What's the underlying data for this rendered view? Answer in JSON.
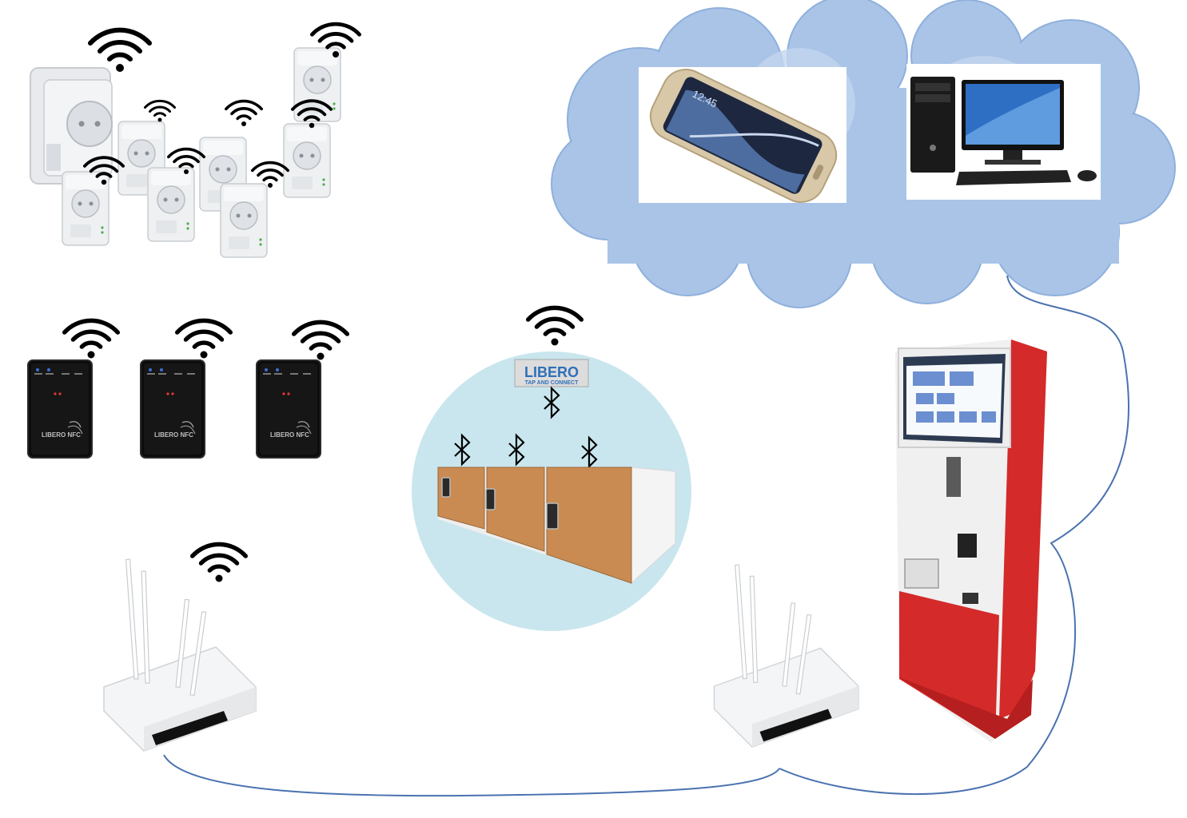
{
  "locker_hub": {
    "brand": "LIBERO",
    "tagline": "TAP AND CONNECT"
  },
  "nfc_readers": [
    {
      "label": "LIBERO NFC"
    },
    {
      "label": "LIBERO NFC"
    },
    {
      "label": "LIBERO NFC"
    }
  ],
  "phone": {
    "time": "12:45"
  },
  "colors": {
    "cloud": "#a8c4e6",
    "cloud_edge": "#8fb0dc",
    "bluetooth_zone": "#c9e6ee",
    "link_line": "#4a72b0",
    "kiosk_red": "#d42a2a",
    "wifi": "#000000"
  },
  "icons": [
    "wifi-icon",
    "bluetooth-icon"
  ]
}
